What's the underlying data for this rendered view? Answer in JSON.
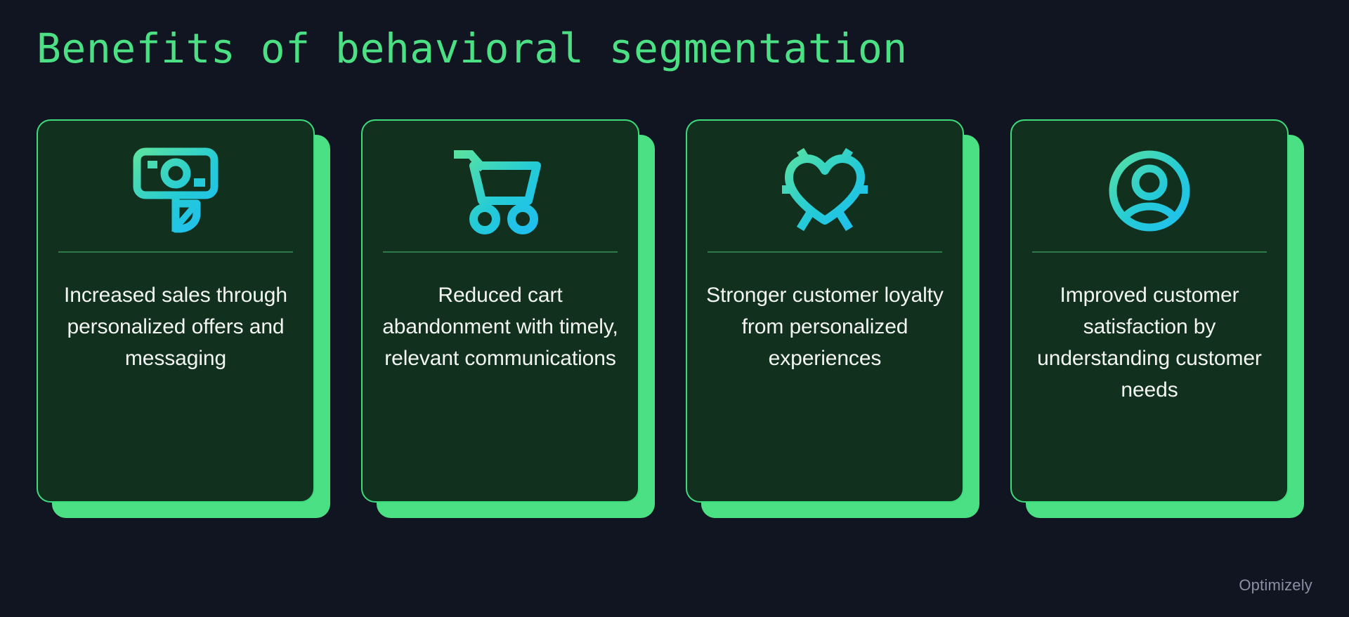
{
  "slide": {
    "title": "Benefits of behavioral segmentation",
    "watermark": "Optimizely",
    "background_color": "#111521",
    "title_color": "#4ce085",
    "accent_color": "#4ce085",
    "card_fill_color": "#11301d",
    "card_border_color": "#3ddb7c",
    "divider_color": "#2f7a4b",
    "body_text_color": "#f2f5f2",
    "icon_gradient_from": "#5ae2a0",
    "icon_gradient_to": "#22bdf0",
    "watermark_color": "#8a90a4"
  },
  "cards": [
    {
      "icon": "money-sprout-icon",
      "text": "Increased sales through personalized offers and messaging"
    },
    {
      "icon": "shopping-cart-icon",
      "text": "Reduced cart abandonment with timely, relevant communications"
    },
    {
      "icon": "heart-burst-icon",
      "text": "Stronger customer loyalty from personalized experiences"
    },
    {
      "icon": "user-circle-icon",
      "text": "Improved customer satisfaction by understanding customer needs"
    }
  ]
}
